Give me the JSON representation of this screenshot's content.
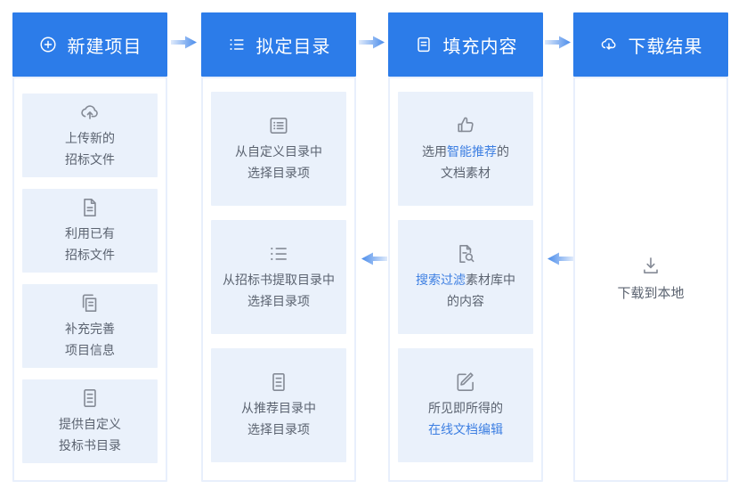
{
  "palette": {
    "header_bg": "#2c7ce9",
    "header_text": "#ffffff",
    "card_bg": "#eaf1fb",
    "column_border": "#e8effc",
    "body_text": "#5b6370",
    "accent_text": "#3d7fe2",
    "icon_gray": "#858b96",
    "arrow_blue": "#4a8ceb",
    "arrow_light": "#dfeafb"
  },
  "flow_note": "four step columns; blue arrows point right between headers, gradient arrows point left between bodies of steps 3-2 and 4-3",
  "columns": [
    {
      "header": {
        "label": "新建项目",
        "icon": "plus-circle-icon"
      },
      "cards": [
        {
          "icon": "cloud-upload-icon",
          "lines": [
            [
              {
                "text": "上传新的",
                "accent": false
              }
            ],
            [
              {
                "text": "招标文件",
                "accent": false
              }
            ]
          ]
        },
        {
          "icon": "file-icon",
          "lines": [
            [
              {
                "text": "利用已有",
                "accent": false
              }
            ],
            [
              {
                "text": "招标文件",
                "accent": false
              }
            ]
          ]
        },
        {
          "icon": "file-copy-icon",
          "lines": [
            [
              {
                "text": "补充完善",
                "accent": false
              }
            ],
            [
              {
                "text": "项目信息",
                "accent": false
              }
            ]
          ]
        },
        {
          "icon": "doc-list-icon",
          "lines": [
            [
              {
                "text": "提供自定义",
                "accent": false
              }
            ],
            [
              {
                "text": "投标书目录",
                "accent": false
              }
            ]
          ]
        }
      ]
    },
    {
      "header": {
        "label": "拟定目录",
        "icon": "list-icon"
      },
      "cards": [
        {
          "icon": "boxed-list-icon",
          "lines": [
            [
              {
                "text": "从自定义目录中",
                "accent": false
              }
            ],
            [
              {
                "text": "选择目录项",
                "accent": false
              }
            ]
          ]
        },
        {
          "icon": "list-icon",
          "lines": [
            [
              {
                "text": "从招标书提取目录中",
                "accent": false
              }
            ],
            [
              {
                "text": "选择目录项",
                "accent": false
              }
            ]
          ]
        },
        {
          "icon": "doc-list-icon",
          "lines": [
            [
              {
                "text": "从推荐目录中",
                "accent": false
              }
            ],
            [
              {
                "text": "选择目录项",
                "accent": false
              }
            ]
          ]
        }
      ]
    },
    {
      "header": {
        "label": "填充内容",
        "icon": "doc-lines-icon"
      },
      "cards": [
        {
          "icon": "thumbs-up-icon",
          "lines": [
            [
              {
                "text": "选用",
                "accent": false
              },
              {
                "text": "智能推荐",
                "accent": true
              },
              {
                "text": "的",
                "accent": false
              }
            ],
            [
              {
                "text": "文档素材",
                "accent": false
              }
            ]
          ]
        },
        {
          "icon": "file-search-icon",
          "lines": [
            [
              {
                "text": "搜索过滤",
                "accent": true
              },
              {
                "text": "素材库中",
                "accent": false
              }
            ],
            [
              {
                "text": "的内容",
                "accent": false
              }
            ]
          ]
        },
        {
          "icon": "edit-icon",
          "lines": [
            [
              {
                "text": "所见即所得的",
                "accent": false
              }
            ],
            [
              {
                "text": "在线文档编辑",
                "accent": true
              }
            ]
          ]
        }
      ]
    },
    {
      "header": {
        "label": "下载结果",
        "icon": "cloud-download-icon"
      },
      "download_item": {
        "icon": "download-icon",
        "label": "下载到本地"
      }
    }
  ]
}
